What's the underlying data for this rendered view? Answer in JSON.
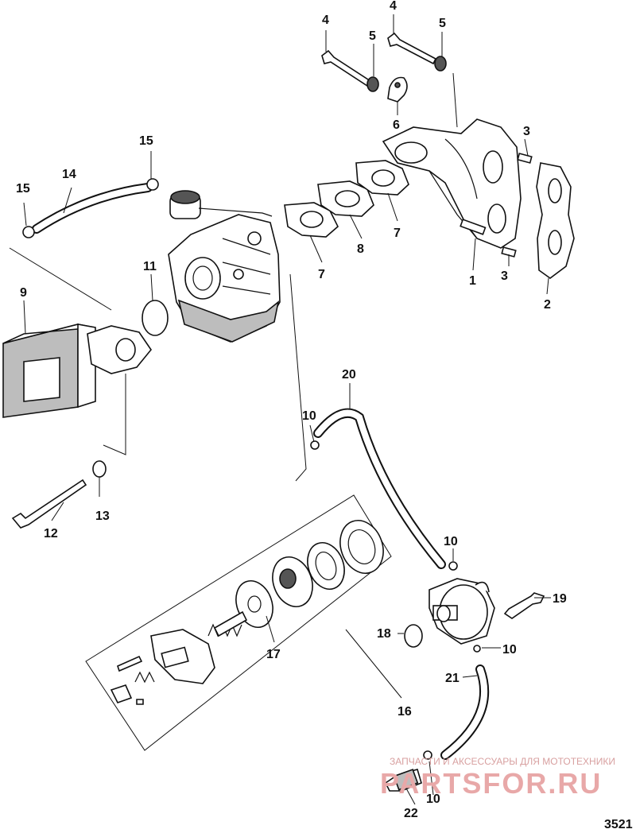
{
  "figure_number": "3521",
  "watermark": {
    "tagline": "ЗАПЧАСТИ И АКСЕССУАРЫ ДЛЯ МОТОТЕХНИКИ",
    "logo": "PARTSFOR.RU"
  },
  "callouts": {
    "c1": "1",
    "c2": "2",
    "c3a": "3",
    "c3b": "3",
    "c4a": "4",
    "c4b": "4",
    "c5a": "5",
    "c5b": "5",
    "c6": "6",
    "c7a": "7",
    "c7b": "7",
    "c8": "8",
    "c9": "9",
    "c10a": "10",
    "c10b": "10",
    "c10c": "10",
    "c10d": "10",
    "c11": "11",
    "c12": "12",
    "c13": "13",
    "c14": "14",
    "c15a": "15",
    "c15b": "15",
    "c16": "16",
    "c17": "17",
    "c18": "18",
    "c19": "19",
    "c20": "20",
    "c21": "21",
    "c22": "22"
  }
}
